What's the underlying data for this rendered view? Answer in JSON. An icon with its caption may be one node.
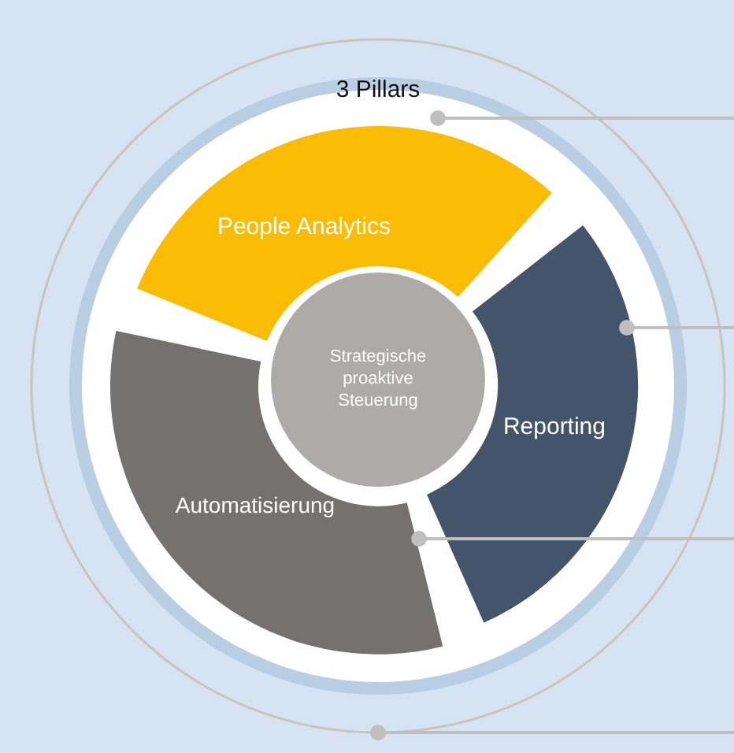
{
  "diagram": {
    "nodes": [
      {
        "text": [],
        "shape": "circle"
      },
      {
        "text": [
          "3 Pillars"
        ],
        "in": 0
      },
      {
        "text": [
          "People Analytics"
        ],
        "in": 1
      },
      {
        "text": [
          "Reporting"
        ],
        "in": 1
      },
      {
        "text": [
          "Automatisierung"
        ],
        "in": 1
      },
      {
        "text": [
          "Strategische proaktive Steuerung"
        ],
        "in": 1
      }
    ],
    "edges": [
      {
        "from": 1,
        "to": null,
        "arrow": "other"
      },
      {
        "from": 3,
        "to": null,
        "arrow": "other"
      },
      {
        "from": 4,
        "to": null,
        "arrow": "other"
      },
      {
        "from": 0,
        "to": null,
        "arrow": "other"
      }
    ]
  }
}
